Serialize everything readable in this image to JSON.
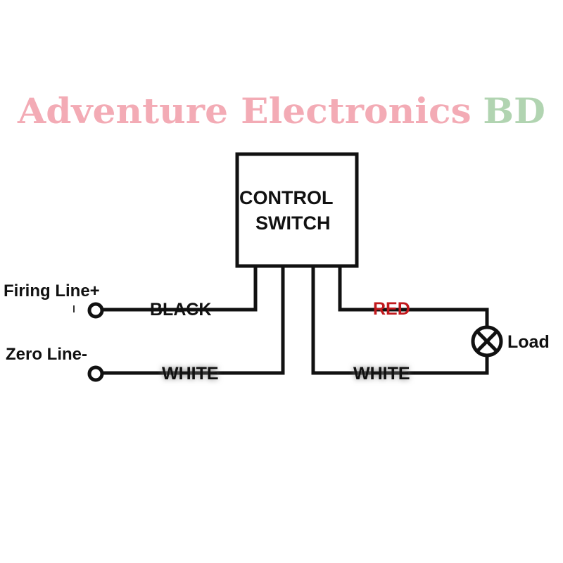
{
  "switch_box": {
    "line1": "CONTROL",
    "line2": "SWITCH"
  },
  "terminals": {
    "firing": "Firing Line+",
    "zero": "Zero Line-"
  },
  "wires": {
    "black": "BLACK",
    "white_left": "WHITE",
    "red": "RED",
    "white_right": "WHITE"
  },
  "load": {
    "label": "Load",
    "icon": "lamp-icon"
  },
  "watermark": {
    "text": "Adventure Electronics",
    "suffix": "BD",
    "color": "#f2a3ae",
    "suffix_color": "#a9d0a9"
  },
  "colors": {
    "red_wire_label": "#c0181c",
    "line": "#111111"
  }
}
